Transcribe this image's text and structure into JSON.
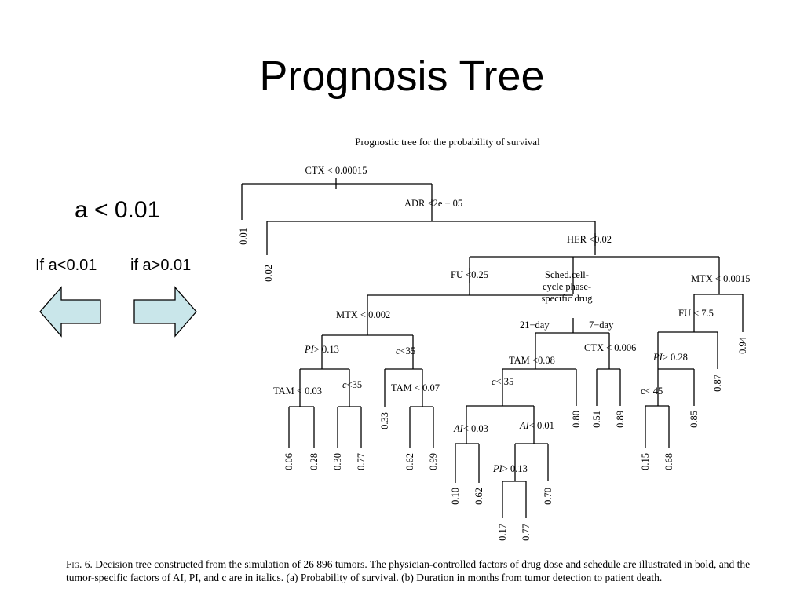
{
  "slide": {
    "title": "Prognosis Tree",
    "condition": "a < 0.01",
    "left_condition": "If a<0.01",
    "right_condition": "if a>0.01"
  },
  "arrows": {
    "fill": "#c9e6ea",
    "left_icon": "arrow-left-icon",
    "right_icon": "arrow-right-icon"
  },
  "tree": {
    "title": "Prognostic tree for the probability of survival",
    "splits": {
      "ctx1": "CTX < 0.00015",
      "adr": "ADR <2e − 05",
      "her": "HER <0.02",
      "fu1": "FU <0.25",
      "sched1": "Sched.cell-",
      "sched2": "cycle phase-",
      "sched3": "specific drug",
      "mtx1": "MTX < 0.0015",
      "mtx2": "MTX < 0.002",
      "day21": "21−day",
      "day7": "7−day",
      "fu2": "FU < 7.5",
      "pi1_var": "PI",
      "pi1_rest": "> 0.13",
      "c1_var": "c",
      "c1_rest": "<35",
      "tam1": "TAM <0.08",
      "ctx2": "CTX < 0.006",
      "pi2_var": "PI",
      "pi2_rest": "> 0.28",
      "tam2": "TAM < 0.03",
      "c2_var": "c",
      "c2_rest": "<35",
      "tam3": "TAM < 0.07",
      "c3_var": "c",
      "c3_rest": "< 35",
      "c4": "c< 45",
      "ai1_var": "AI",
      "ai1_rest": "< 0.03",
      "ai2_var": "AI",
      "ai2_rest": "< 0.01",
      "pi3_var": "PI",
      "pi3_rest": "> 0.13"
    },
    "leaves": {
      "l001": "0.01",
      "l002": "0.02",
      "l094": "0.94",
      "l087": "0.87",
      "l085": "0.85",
      "l015": "0.15",
      "l068": "0.68",
      "l051": "0.51",
      "l089": "0.89",
      "l080": "0.80",
      "l010": "0.10",
      "l062b": "0.62",
      "l070": "0.70",
      "l017": "0.17",
      "l077b": "0.77",
      "l006": "0.06",
      "l028": "0.28",
      "l030": "0.30",
      "l077a": "0.77",
      "l033": "0.33",
      "l062a": "0.62",
      "l099": "0.99"
    }
  },
  "caption": {
    "fig": "Fig. 6.",
    "text": "Decision tree constructed from the simulation of 26 896 tumors. The physician-controlled factors of drug dose and schedule are illustrated in bold, and the tumor-specific factors of AI, PI, and c are in italics. (a) Probability of survival. (b) Duration in months from tumor detection to patient death."
  }
}
